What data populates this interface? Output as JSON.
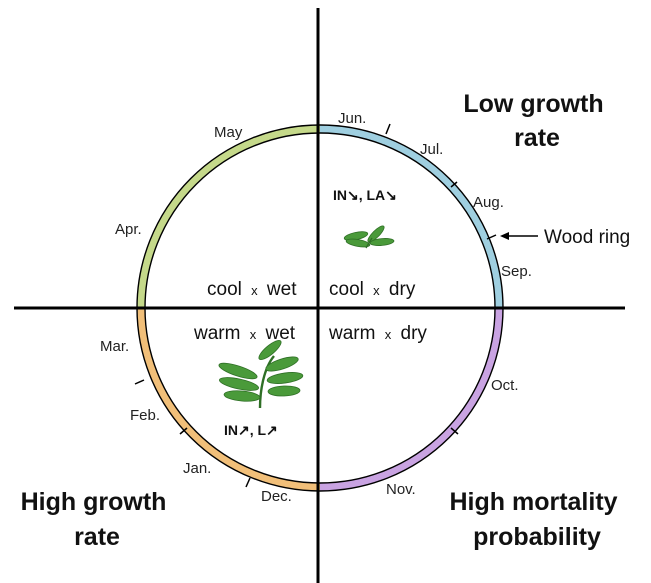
{
  "corners": {
    "top_right": [
      "Low growth",
      "rate"
    ],
    "bottom_left": [
      "High growth",
      "rate"
    ],
    "bottom_right": [
      "High mortality",
      "probability"
    ]
  },
  "quadrants": {
    "top_left": {
      "a": "cool",
      "x": "x",
      "b": "wet"
    },
    "top_right": {
      "a": "cool",
      "x": "x",
      "b": "dry"
    },
    "bottom_left": {
      "a": "warm",
      "x": "x",
      "b": "wet"
    },
    "bottom_right": {
      "a": "warm",
      "x": "x",
      "b": "dry"
    }
  },
  "indicators": {
    "top_right": "IN↘, LA↘",
    "bottom_left": "IN↗, L↗"
  },
  "wood_ring_label": "Wood ring",
  "months": [
    "May",
    "Jun.",
    "Jul.",
    "Aug.",
    "Apr.",
    "Sep.",
    "Mar.",
    "Oct.",
    "Feb.",
    "Jan.",
    "Dec.",
    "Nov."
  ],
  "colors": {
    "spring": "#c5d98a",
    "summer": "#9fcfe0",
    "autumn": "#c9a3e2",
    "winter": "#f1bf79",
    "leaf": "#4a9a3a",
    "leaf_dark": "#2f6f26",
    "axis": "#000000"
  },
  "icons": {
    "small_leaves": "leaf-cluster-small-icon",
    "large_branch": "leafy-branch-large-icon",
    "arrow": "arrow-left-icon"
  }
}
